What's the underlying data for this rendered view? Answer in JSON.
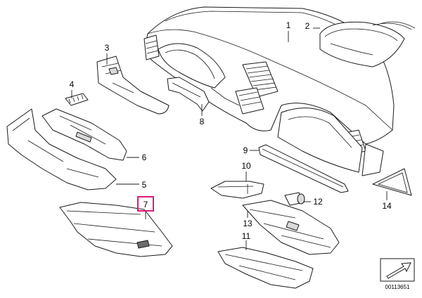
{
  "callouts": [
    {
      "id": "1",
      "label": "1"
    },
    {
      "id": "2",
      "label": "2"
    },
    {
      "id": "3",
      "label": "3"
    },
    {
      "id": "4",
      "label": "4"
    },
    {
      "id": "5",
      "label": "5"
    },
    {
      "id": "6",
      "label": "6"
    },
    {
      "id": "7",
      "label": "7",
      "highlighted": true
    },
    {
      "id": "8",
      "label": "8"
    },
    {
      "id": "9",
      "label": "9"
    },
    {
      "id": "10",
      "label": "10"
    },
    {
      "id": "11",
      "label": "11"
    },
    {
      "id": "12",
      "label": "12"
    },
    {
      "id": "13",
      "label": "13"
    },
    {
      "id": "14",
      "label": "14"
    }
  ],
  "document_number": "00113651",
  "colors": {
    "highlight": "#e0197a",
    "line": "#1a1a1a",
    "part_shade": "#d9d9d9"
  }
}
